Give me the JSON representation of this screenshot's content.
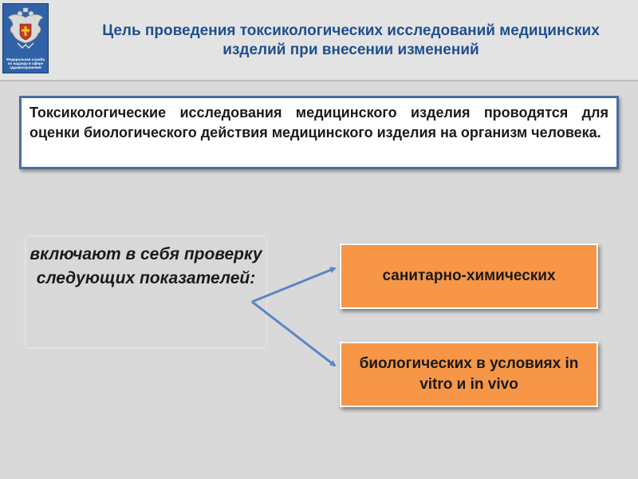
{
  "header": {
    "title": "Цель проведения токсикологических исследований медицинских изделий при внесении изменений",
    "logo": {
      "icon": "double-headed-eagle-emblem-icon",
      "caption": "Федеральная служба по надзору в сфере здравоохранения"
    }
  },
  "intro": {
    "text": "Токсикологические исследования медицинского изделия проводятся для оценки биологического действия медицинского изделия на организм человека."
  },
  "left_block": {
    "text": "включают в себя проверку следующих показателей:"
  },
  "targets": [
    {
      "label": "санитарно-химических"
    },
    {
      "label": "биологических в условиях in vitro и in vivo"
    }
  ],
  "colors": {
    "title": "#1f4f8f",
    "box_border": "#4a6fa0",
    "orange": "#f79646",
    "arrow": "#5b86c4",
    "logo_bg": "#2f62a6"
  }
}
